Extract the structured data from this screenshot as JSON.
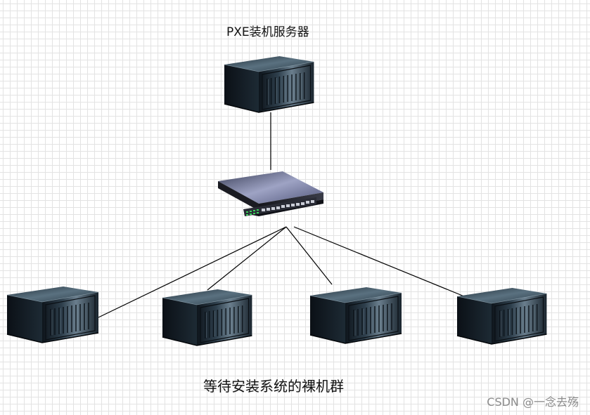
{
  "diagram": {
    "server_label": "PXE装机服务器",
    "group_label": "等待安装系统的裸机群",
    "nodes": [
      {
        "type": "server-icon",
        "role": "pxe-server"
      },
      {
        "type": "switch-icon",
        "role": "network-switch"
      },
      {
        "type": "server-icon",
        "role": "bare-machine-1"
      },
      {
        "type": "server-icon",
        "role": "bare-machine-2"
      },
      {
        "type": "server-icon",
        "role": "bare-machine-3"
      },
      {
        "type": "server-icon",
        "role": "bare-machine-4"
      }
    ],
    "connections": [
      {
        "from": "pxe-server",
        "to": "network-switch"
      },
      {
        "from": "network-switch",
        "to": "bare-machine-1"
      },
      {
        "from": "network-switch",
        "to": "bare-machine-2"
      },
      {
        "from": "network-switch",
        "to": "bare-machine-3"
      },
      {
        "from": "network-switch",
        "to": "bare-machine-4"
      }
    ],
    "colors": {
      "server_body": "#2c3b47",
      "line": "#000000"
    }
  },
  "watermark": "CSDN @一念去殇"
}
